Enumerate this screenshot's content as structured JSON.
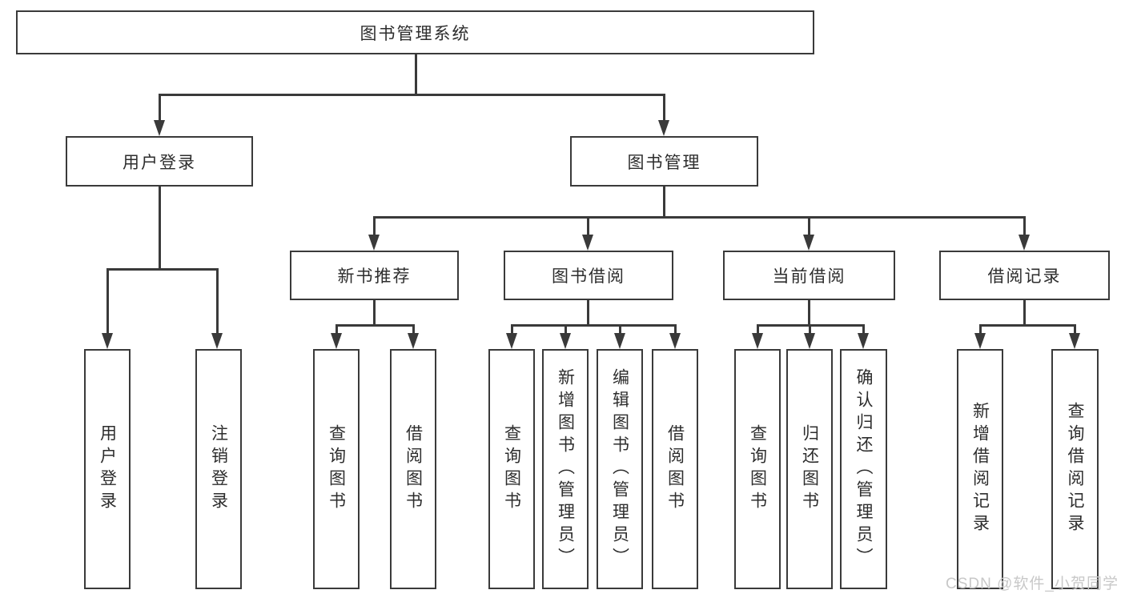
{
  "diagram": {
    "root": "图书管理系统",
    "level1": [
      "用户登录",
      "图书管理"
    ],
    "level2": [
      "新书推荐",
      "图书借阅",
      "当前借阅",
      "借阅记录"
    ],
    "leaves": {
      "login": [
        "用户登录",
        "注销登录"
      ],
      "newbook": [
        "查询图书",
        "借阅图书"
      ],
      "borrow": [
        "查询图书",
        "新增图书（管理员）",
        "编辑图书（管理员）",
        "借阅图书"
      ],
      "current": [
        "查询图书",
        "归还图书",
        "确认归还（管理员）"
      ],
      "records": [
        "新增借阅记录",
        "查询借阅记录"
      ]
    }
  },
  "watermark": "CSDN @软件_小贺同学",
  "colors": {
    "line": "#3a3a3a",
    "text": "#2d2d2d",
    "watermark": "#c8c8c8",
    "background": "#ffffff"
  }
}
